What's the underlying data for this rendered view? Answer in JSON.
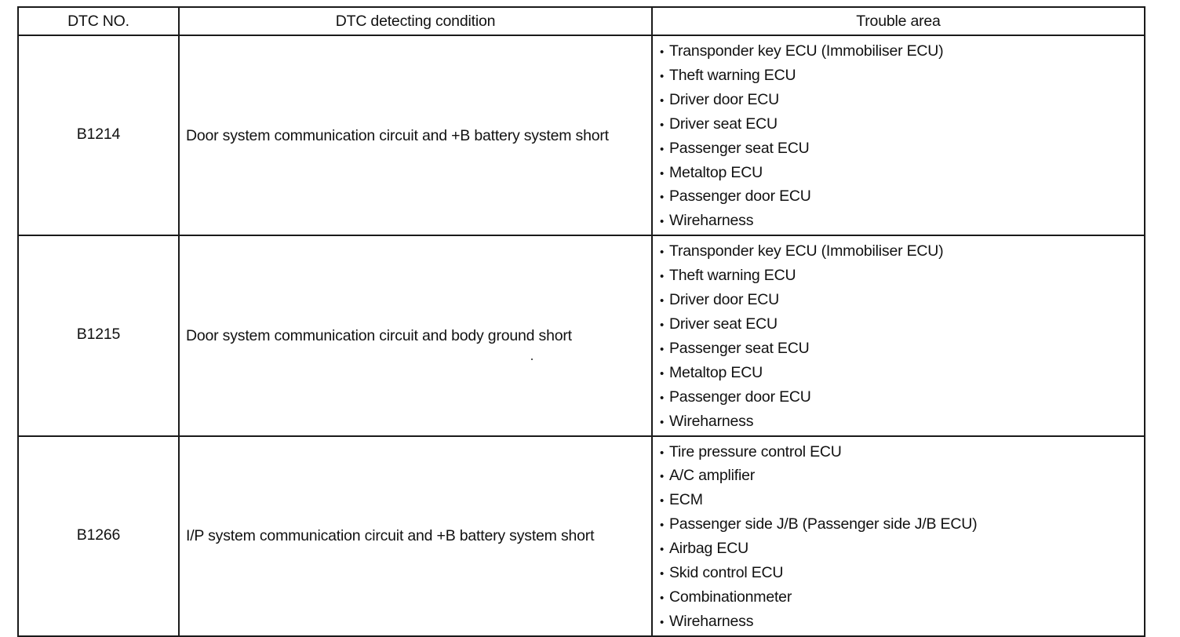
{
  "headers": {
    "dtc_no": "DTC NO.",
    "condition": "DTC detecting condition",
    "trouble_area": "Trouble area"
  },
  "rows": [
    {
      "code": "B1214",
      "condition": "Door system communication circuit and +B battery system short",
      "areas": [
        "Transponder key ECU (Immobiliser ECU)",
        "Theft warning ECU",
        "Driver door ECU",
        "Driver seat ECU",
        "Passenger seat ECU",
        "Metaltop ECU",
        "Passenger door ECU",
        "Wireharness"
      ]
    },
    {
      "code": "B1215",
      "condition": "Door system communication circuit and body ground short",
      "areas": [
        "Transponder key ECU (Immobiliser ECU)",
        "Theft warning ECU",
        "Driver door ECU",
        "Driver seat ECU",
        "Passenger seat ECU",
        "Metaltop ECU",
        "Passenger door ECU",
        "Wireharness"
      ]
    },
    {
      "code": "B1266",
      "condition": "I/P system communication circuit and +B battery system short",
      "areas": [
        "Tire pressure control ECU",
        "A/C amplifier",
        "ECM",
        "Passenger side J/B (Passenger side J/B ECU)",
        "Airbag ECU",
        "Skid control ECU",
        "Combinationmeter",
        "Wireharness"
      ]
    }
  ]
}
